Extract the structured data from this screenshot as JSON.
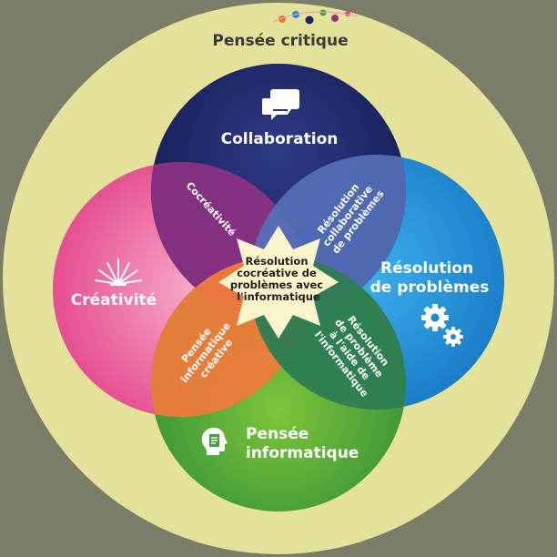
{
  "title": "Pensée critique",
  "circles": {
    "top": "Collaboration",
    "left": "Créativité",
    "right": [
      "Résolution",
      "de problèmes"
    ],
    "bottom": [
      "Pensée",
      "informatique"
    ]
  },
  "overlaps": {
    "top_left": "Cocréativité",
    "top_right": [
      "Résolution",
      "collaborative",
      "de problèmes"
    ],
    "bottom_left": [
      "Pensée",
      "informatique",
      "créative"
    ],
    "bottom_right": [
      "Résolution",
      "de problème",
      "à l'aide de",
      "l'informatique"
    ]
  },
  "center": [
    "Résolution",
    "cocréative de",
    "problèmes avec",
    "l'informatique"
  ],
  "icons": {
    "top": "speech-bubbles-icon",
    "left": "burst-icon",
    "right": "gears-icon",
    "bottom": "head-with-document-icon",
    "title": "colored-dots-icon"
  },
  "colors": {
    "outer": "#e4e29a",
    "top": "#1b2563",
    "left": "#e9438b",
    "right": "#1f8fd8",
    "bottom": "#3fa535",
    "top_left": "#8e3284",
    "top_right": "#4a6cb1",
    "bottom_left": "#ee7b3b",
    "bottom_right": "#2e7d52",
    "center": "#fbf5cc"
  }
}
